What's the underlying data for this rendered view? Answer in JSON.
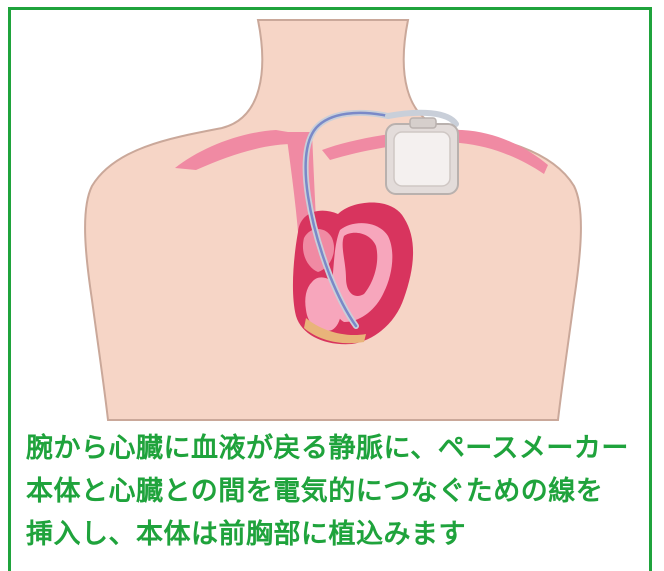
{
  "caption": {
    "line1": "腕から心臓に血液が戻る静脈に、ペースメーカー",
    "line2": "本体と心臓との間を電気的につなぐための線を",
    "line3": "挿入し、本体は前胸部に植込みます"
  },
  "colors": {
    "frame": "#1fa33c",
    "caption_text": "#1fa33c",
    "skin": "#f6d5c6",
    "skin_outline": "#caa89a",
    "vein": "#f08aa3",
    "heart": "#d8345e",
    "heart_inner": "#f7a6bc",
    "lead_wire": "#7a89c8",
    "pacemaker": "#f4f0ef"
  },
  "icons": [
    "torso-figure",
    "heart-icon",
    "pacemaker-device-icon",
    "lead-wire-icon",
    "vein-icon"
  ]
}
